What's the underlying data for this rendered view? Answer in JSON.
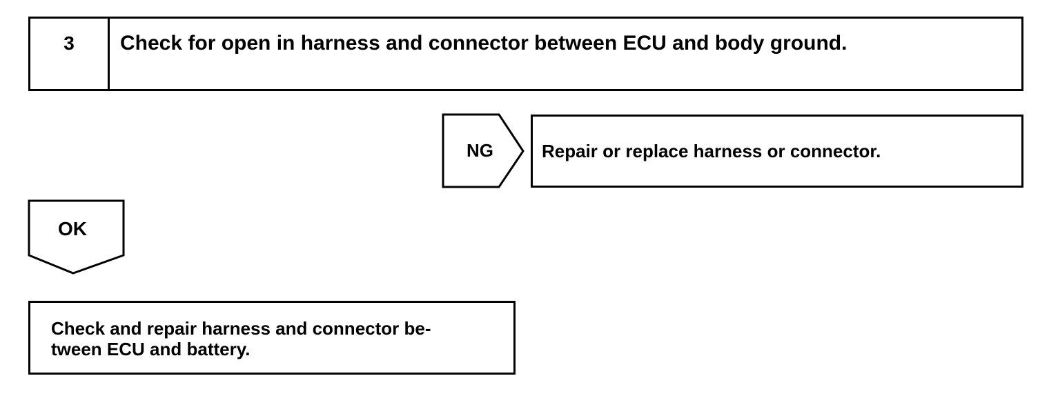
{
  "step": {
    "number": "3",
    "title": "Check for open in harness and connector between ECU and body ground."
  },
  "ng_branch": {
    "label": "NG",
    "action": "Repair or replace harness or connector."
  },
  "ok_branch": {
    "label": "OK",
    "action": "Check and repair harness and connector be-\ntween ECU and battery."
  }
}
